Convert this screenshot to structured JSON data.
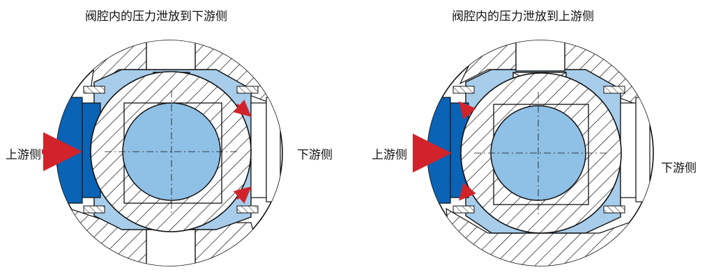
{
  "panels": [
    {
      "title": "阀腔内的压力泄放到下游侧",
      "upstream_label": "上游侧",
      "downstream_label": "下游侧"
    },
    {
      "title": "阀腔内的压力泄放到上游侧",
      "upstream_label": "上游侧",
      "downstream_label": "下游侧"
    }
  ],
  "colors": {
    "cavity": "#a8cdeb",
    "bore": "#8fc0e6",
    "upstream_fluid": "#0a63b4",
    "arrow": "#d2232a",
    "line": "#111111"
  }
}
